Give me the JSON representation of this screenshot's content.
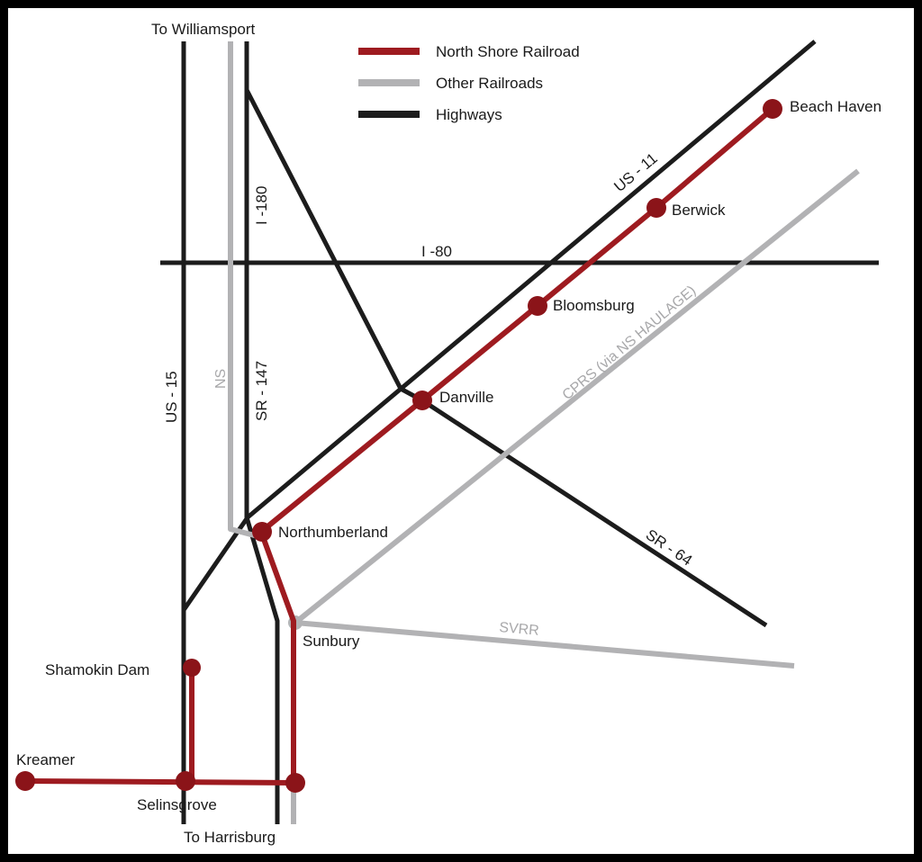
{
  "colors": {
    "north_shore": "#9e1b20",
    "other": "#b2b2b4",
    "highway": "#1c1c1c",
    "station": "#8b1419"
  },
  "legend": [
    {
      "label": "North Shore Railroad"
    },
    {
      "label": "Other Railroads"
    },
    {
      "label": "Highways"
    }
  ],
  "directions": {
    "north": "To Williamsport",
    "south": "To Harrisburg"
  },
  "roads": {
    "us11": "US - 11",
    "i80": "I -80",
    "i180": "I -180",
    "sr147": "SR - 147",
    "us15": "US - 15",
    "sr64": "SR - 64"
  },
  "railroads": {
    "ns": "NS",
    "cprs": "CPRS (via NS HAULAGE)",
    "svrr": "SVRR"
  },
  "stations": {
    "beach_haven": "Beach Haven",
    "berwick": "Berwick",
    "bloomsburg": "Bloomsburg",
    "danville": "Danville",
    "northumberland": "Northumberland",
    "sunbury": "Sunbury",
    "shamokin_dam": "Shamokin Dam",
    "selinsgrove": "Selinsgrove",
    "kreamer": "Kreamer"
  }
}
